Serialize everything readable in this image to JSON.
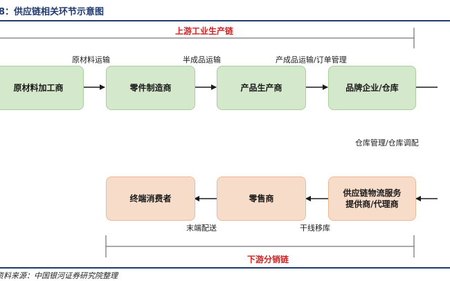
{
  "figure": {
    "title": "8：供应链相关环节示意图",
    "source": "资料来源：中国银河证券研究院整理"
  },
  "upstream": {
    "bracket_label": "上游工业生产链",
    "nodes": [
      "原材料加工商",
      "零件制造商",
      "产品生产商",
      "品牌企业/仓库"
    ],
    "edges": [
      "原材料运输",
      "半成品运输",
      "产成品运输/订单管理"
    ]
  },
  "transition_label": "仓库管理/仓库调配",
  "downstream": {
    "bracket_label": "下游分销链",
    "nodes": [
      "终端消费者",
      "零售商",
      "供应链物流服务",
      "提供商/代理商"
    ],
    "edges": [
      "末端配送",
      "干线移库"
    ]
  },
  "colors": {
    "upstream_fill": "#d4e8cc",
    "downstream_fill": "#f8dcca",
    "accent_red": "#d02020",
    "rule_blue": "#1f3a6e"
  }
}
